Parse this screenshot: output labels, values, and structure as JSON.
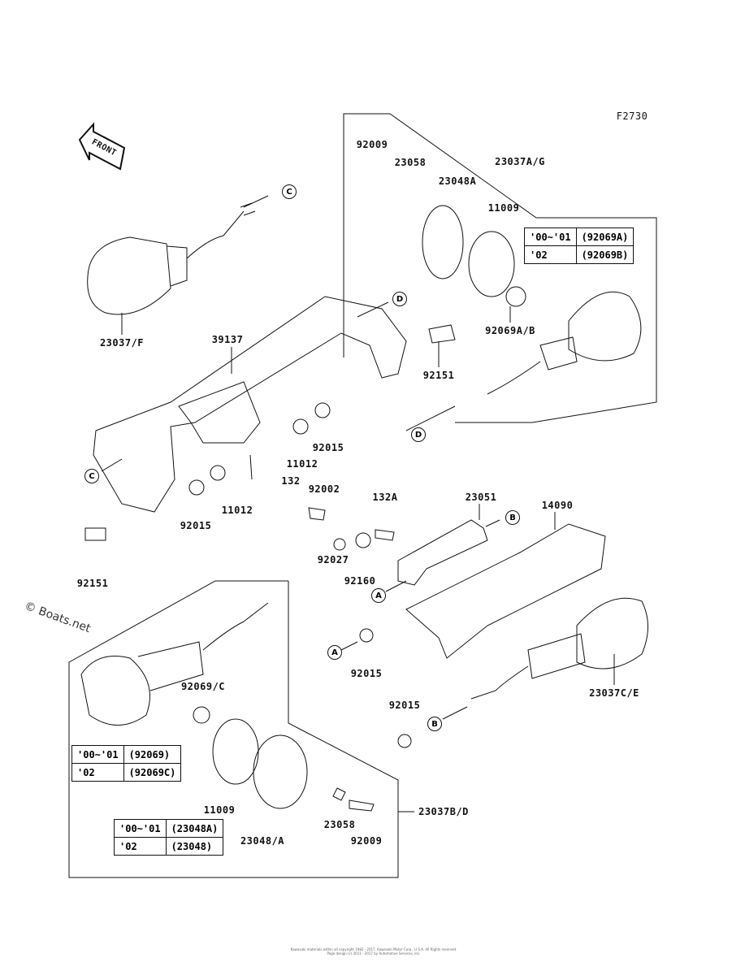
{
  "figure_id": "F2730",
  "front_label": "FRONT",
  "watermark": "© Boats.net",
  "callouts": [
    "C",
    "D",
    "D",
    "C",
    "B",
    "A",
    "A",
    "B"
  ],
  "parts": {
    "p1": "92009",
    "p2": "23058",
    "p3": "23048A",
    "p4": "23037A/G",
    "p5": "11009",
    "p6": "92069A/B",
    "p7": "92151",
    "p8": "23037/F",
    "p9": "39137",
    "p10": "92015",
    "p11": "11012",
    "p12": "132",
    "p13": "92015",
    "p14": "11012",
    "p15": "92151",
    "p16": "92002",
    "p17": "132A",
    "p18": "23051",
    "p19": "14090",
    "p20": "92027",
    "p21": "92160",
    "p22": "92015",
    "p23": "23037C/E",
    "p24": "92069/C",
    "p25": "92015",
    "p26": "11009",
    "p27": "23058",
    "p28": "23037B/D",
    "p29": "23048/A",
    "p30": "92009"
  },
  "tables": [
    {
      "rows": [
        [
          "'00~'01",
          "(92069A)"
        ],
        [
          "'02",
          "(92069B)"
        ]
      ]
    },
    {
      "rows": [
        [
          "'00~'01",
          "(92069)"
        ],
        [
          "'02",
          "(92069C)"
        ]
      ]
    },
    {
      "rows": [
        [
          "'00~'01",
          "(23048A)"
        ],
        [
          "'02",
          "(23048)"
        ]
      ]
    }
  ],
  "footer": [
    "Kawasaki materials within all copyright 1982 - 2017, Kawasaki Motor Corp., U.S.A. All Rights reserved.",
    "Page design (c) 2011 - 2017 by Automotive Services, Inc."
  ]
}
